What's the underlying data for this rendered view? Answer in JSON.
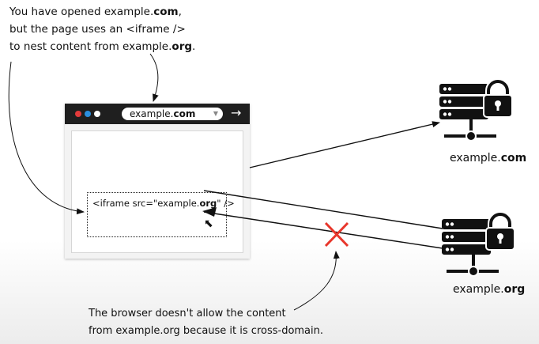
{
  "caption_top": {
    "line1_prefix": "You have opened example.",
    "line1_bold": "com",
    "line1_suffix": ",",
    "line2": "but the page uses an <iframe />",
    "line3_prefix": "to nest content from example.",
    "line3_bold": "org",
    "line3_suffix": "."
  },
  "browser": {
    "url_prefix": "example.",
    "url_bold": "com",
    "go_arrow": "→"
  },
  "iframe": {
    "code_prefix": "<iframe src=\"example.",
    "code_bold": "org",
    "code_suffix": "\" />"
  },
  "servers": {
    "com": {
      "prefix": "example.",
      "bold": "com"
    },
    "org": {
      "prefix": "example.",
      "bold": "org"
    }
  },
  "caption_bottom": {
    "line1": "The browser doesn't allow the content",
    "line2": "from example.org because it is cross-domain."
  },
  "colors": {
    "block_mark": "#e8362b",
    "titlebar": "#1f1f1f",
    "server": "#111111"
  },
  "icons": {
    "server_com": "server-lock-icon",
    "server_org": "server-lock-icon",
    "blocked": "red-x-icon",
    "cursor": "mouse-pointer-icon"
  }
}
